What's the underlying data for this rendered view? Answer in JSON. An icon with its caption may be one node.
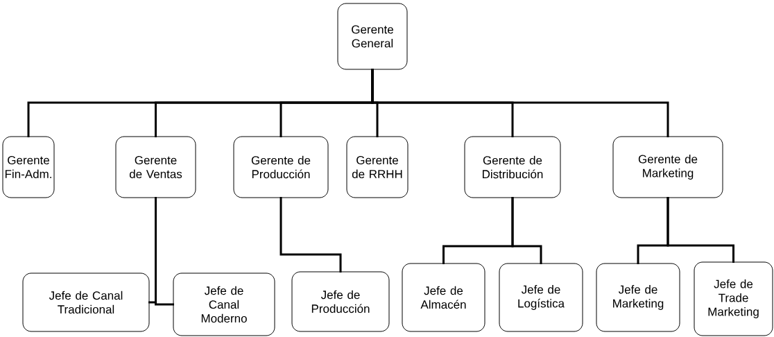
{
  "diagram": {
    "nodes": [
      {
        "text": [
          "Gerente General"
        ]
      },
      {
        "text": [
          "Gerente Fin-Adm."
        ]
      },
      {
        "text": [
          "Gerente de Ventas"
        ]
      },
      {
        "text": [
          "Gerente de Producción"
        ]
      },
      {
        "text": [
          "Gerente de RRHH"
        ]
      },
      {
        "text": [
          "Gerente de Distribución"
        ]
      },
      {
        "text": [
          "Gerente de Marketing"
        ]
      },
      {
        "text": [
          "Jefe de Canal Tradicional"
        ]
      },
      {
        "text": [
          "Jefe de Canal Moderno"
        ]
      },
      {
        "text": [
          "Jefe de Producción"
        ]
      },
      {
        "text": [
          "Jefe de Almacén"
        ]
      },
      {
        "text": [
          "Jefe de Logística"
        ]
      },
      {
        "text": [
          "Jefe de Marketing"
        ]
      },
      {
        "text": [
          "Jefe de Trade Marketing"
        ]
      }
    ],
    "edges": [
      {
        "from": 0,
        "to": 1,
        "arrow": "none"
      },
      {
        "from": 0,
        "to": 2,
        "arrow": "none"
      },
      {
        "from": 0,
        "to": 3,
        "arrow": "none"
      },
      {
        "from": 0,
        "to": 4,
        "arrow": "none"
      },
      {
        "from": 0,
        "to": 5,
        "arrow": "none"
      },
      {
        "from": 0,
        "to": 6,
        "arrow": "none"
      },
      {
        "from": 2,
        "to": 7,
        "arrow": "none"
      },
      {
        "from": 2,
        "to": 8,
        "arrow": "none"
      },
      {
        "from": 3,
        "to": 9,
        "arrow": "none"
      },
      {
        "from": 5,
        "to": 10,
        "arrow": "none"
      },
      {
        "from": 5,
        "to": 11,
        "arrow": "none"
      },
      {
        "from": 6,
        "to": 12,
        "arrow": "none"
      },
      {
        "from": 6,
        "to": 13,
        "arrow": "none"
      }
    ]
  }
}
